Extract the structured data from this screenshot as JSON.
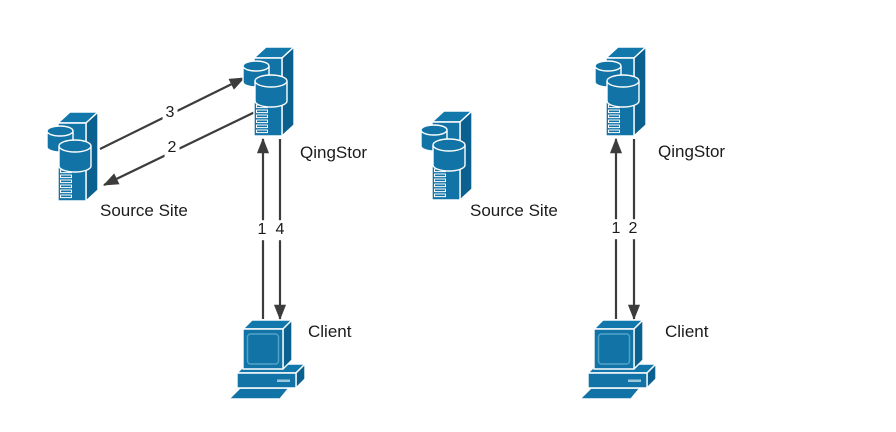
{
  "background": "#ffffff",
  "colors": {
    "node_front": "#1273A6",
    "node_top": "#1277AB",
    "node_side": "#0A608E",
    "node_outline": "#FFFFFF",
    "screen_outline": "#4FA3C8",
    "slot_dash": "#9CC6DC",
    "arrow": "#3C3C3C",
    "label_text": "#1B1B1B"
  },
  "icons": {
    "server": "server-with-database-icon",
    "client": "desktop-computer-icon"
  },
  "diagrams": [
    {
      "name": "left-flow",
      "nodes": [
        {
          "label": "Source Site",
          "icon": "server"
        },
        {
          "label": "QingStor",
          "icon": "server"
        },
        {
          "label": "Client",
          "icon": "client"
        }
      ],
      "steps": [
        {
          "label": "1",
          "from": "Client",
          "to": "QingStor"
        },
        {
          "label": "2",
          "from": "QingStor",
          "to": "Source Site"
        },
        {
          "label": "3",
          "from": "Source Site",
          "to": "QingStor"
        },
        {
          "label": "4",
          "from": "QingStor",
          "to": "Client"
        }
      ]
    },
    {
      "name": "right-flow",
      "nodes": [
        {
          "label": "Source Site",
          "icon": "server"
        },
        {
          "label": "QingStor",
          "icon": "server"
        },
        {
          "label": "Client",
          "icon": "client"
        }
      ],
      "steps": [
        {
          "label": "1",
          "from": "Client",
          "to": "QingStor"
        },
        {
          "label": "2",
          "from": "QingStor",
          "to": "Client"
        }
      ]
    }
  ]
}
